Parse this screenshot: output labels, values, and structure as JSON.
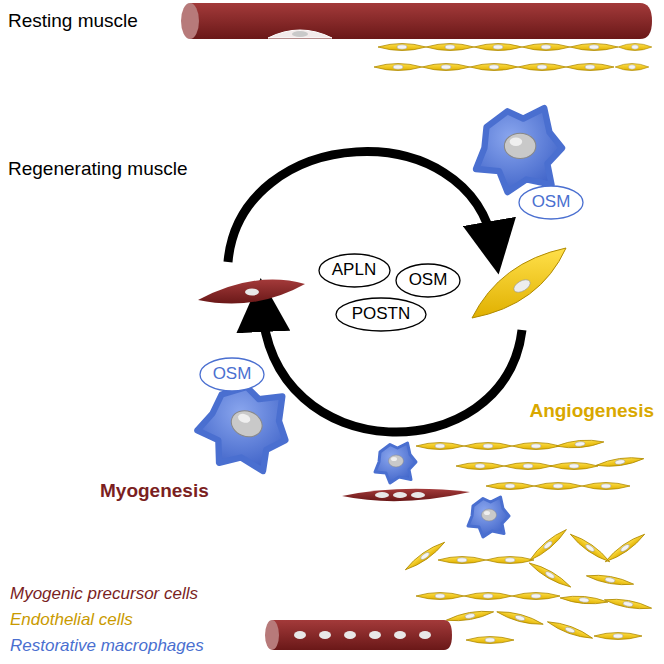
{
  "diagram": {
    "nodes": [
      {
        "text": [
          "OSM"
        ]
      },
      {
        "text": [
          "APLN"
        ]
      },
      {
        "text": [
          "OSM"
        ]
      },
      {
        "text": [
          "POSTN"
        ]
      },
      {
        "text": [
          "OSM"
        ]
      }
    ],
    "labels": [
      "Resting muscle",
      "Regenerating muscle",
      "Angiogenesis",
      "Myogenesis",
      "Myogenic precursor cells",
      "Endothelial cells",
      "Restorative macrophages"
    ]
  }
}
